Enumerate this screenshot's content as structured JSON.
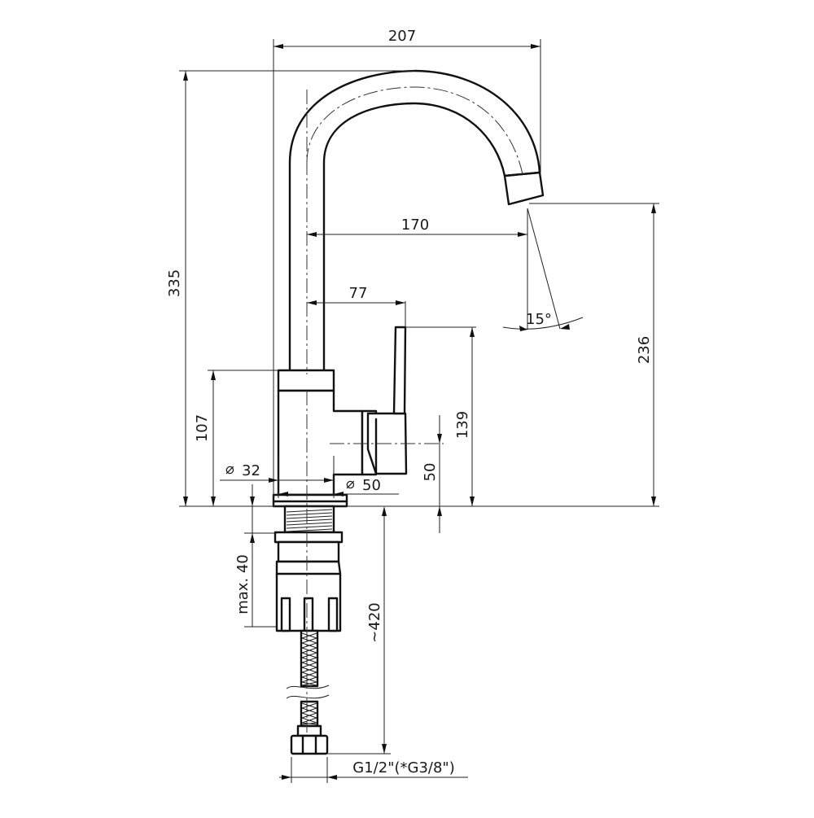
{
  "diagram": {
    "dimensions": {
      "overall_width": "207",
      "overall_height": "335",
      "spout_reach": "170",
      "lever_offset": "77",
      "spout_angle": "15°",
      "spout_outlet_height": "236",
      "lever_height": "139",
      "body_height": "107",
      "body_diameter": "32",
      "base_diameter": "50",
      "cartridge_center_height": "50",
      "max_countertop": "max. 40",
      "hose_length": "~420",
      "hose_thread": "G1/2\"(*G3/8\")"
    },
    "symbols": {
      "diameter_symbol": "⌀"
    }
  }
}
